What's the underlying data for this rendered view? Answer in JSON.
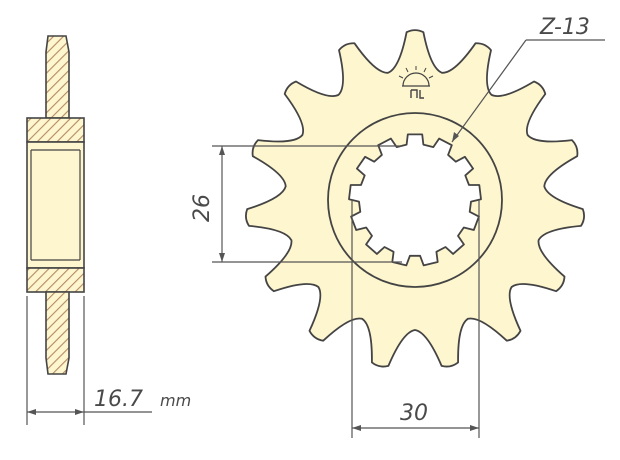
{
  "sprocket": {
    "teeth_label": "Z-13",
    "teeth_count": 15,
    "spline_count": 13
  },
  "dimensions": {
    "inner_diameter": "26",
    "outer_spline": "30",
    "thickness_value": "16.7",
    "thickness_unit": "mm"
  },
  "colors": {
    "body": "#fdf6cf",
    "hatch": "#b58a63",
    "outline": "#444444",
    "dimension": "#555555"
  }
}
